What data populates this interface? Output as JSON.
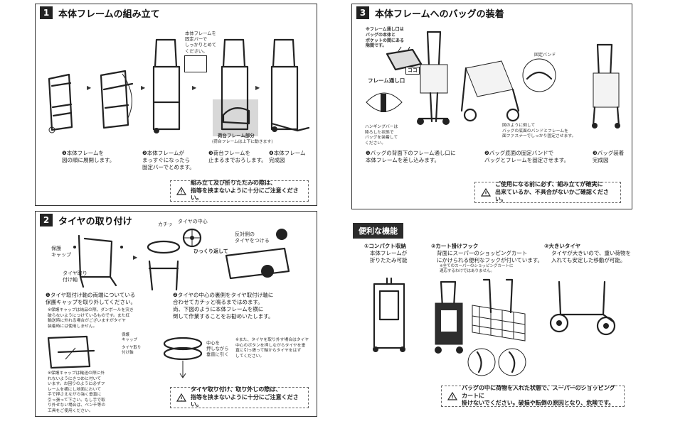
{
  "section1": {
    "num": "1",
    "title": "本体フレームの組み立て",
    "note_top": "本体フレームを\n固定バーで\nしっかりとめて\nください。",
    "base_label": "荷台フレーム部分",
    "base_note": "(荷台フレームは上下に動きます)",
    "steps": [
      "❶本体フレームを\n図の順に展開します。",
      "❷本体フレームが\nまっすぐになったら\n固定バーでとめます。",
      "❸荷台フレームを\n止まるまでおろします。",
      "❹本体フレーム\n完成図"
    ],
    "warning": "組み立て及び折りたたみの際は、\n指等を挟まないように十分にご注意ください。"
  },
  "section2": {
    "num": "2",
    "title": "タイヤの取り付け",
    "label_cap": "保護\nキャップ",
    "label_axle": "タイヤ取り\n付け軸",
    "label_click": "カチッ",
    "label_center": "タイヤの中心",
    "label_flip": "ひっくり返して",
    "label_opposite": "反対側の\nタイヤをつける",
    "label_cap2": "保護\nキャップ",
    "label_axle2": "タイヤ取り\n付け軸",
    "label_press": "中心を\n押しながら\n垂直に引く",
    "step1": "❶タイヤ取付け軸の両端についている\n保護キャップを取り外してください。",
    "step1_note": "※保護キャップは納品の際、ダンボールを突き\n破らないようにつけているものです。また紅\n輸送時に外れる場合がございますがタイヤ\n装着時には使用しません。",
    "step2": "❷タイヤの中心の裏側をタイヤ取付け軸に\n合わせてカチッと鳴るまではめます。\n尚、下図のように本体フレームを横に\n倒して作業することをお勧めいたします。",
    "note_left": "※保護キャップは輸送の際に外\nれないようにきつめに付いて\nいます。お困りのように必ずフ\nレームを横にし地面において\n手で押さえながら強く垂直に\n引っ張って下さい。もし手で取\nり外せない場合は、ペンチ等の\n工具をご使用ください。",
    "note_right": "※また、タイヤを取り外す場合はタイヤ\n中心のボタンを押しながらタイヤを垂\n直に引っ張って軸からタイヤをはず\nしてください。",
    "warning": "タイヤ取り付け、取り外しの際は、\n指等を挟まないように十分にご注意ください。"
  },
  "section3": {
    "num": "3",
    "title": "本体フレームへのバッグの装着",
    "note_loop": "※フレーム通し口は\nバッグの本体と\nポケットの間にある\n隙間です。",
    "koko": "ココ",
    "loop_label": "フレーム通し口",
    "hanging": "ハンギングバーは\n降ろした状態で\nバッグを装着して\nください。",
    "band_label": "固定バンド",
    "band_note": "図のように倒して\nバッグの底面のバンドとフレームを\n面ファスナーでしっかり固定させます。",
    "steps": [
      "❶バッグの背面下のフレーム通し口に\n本体フレームを差し込みます。",
      "❷バッグ底面の固定バンドで\nバッグとフレームを固定させます。",
      "❸バッグ装着\n完成図"
    ],
    "warning": "ご使用になる前に必ず、組み立てが確実に\n出来ているか、不具合がないかご確認ください。"
  },
  "features": {
    "title": "便利な機能",
    "items": [
      {
        "title": "①コンパクト収納",
        "desc": "本体フレームが\n折りたたみ可能"
      },
      {
        "title": "②カート掛けフック",
        "desc": "背面にスーパーのショッピングカート\nにかけられる便利なフックが付いています。",
        "note": "※全てのスーパーのショッピングカートに\n適応するわけではありません。"
      },
      {
        "title": "③大きいタイヤ",
        "desc": "タイヤが大きいので、重い荷物を\n入れても安定した移動が可能。"
      }
    ],
    "warning": "バッグの中に荷物を入れた状態で、スーパーのショッピングカートに\n掛けないでください。破損や転倒の原因となり、危険です。"
  }
}
